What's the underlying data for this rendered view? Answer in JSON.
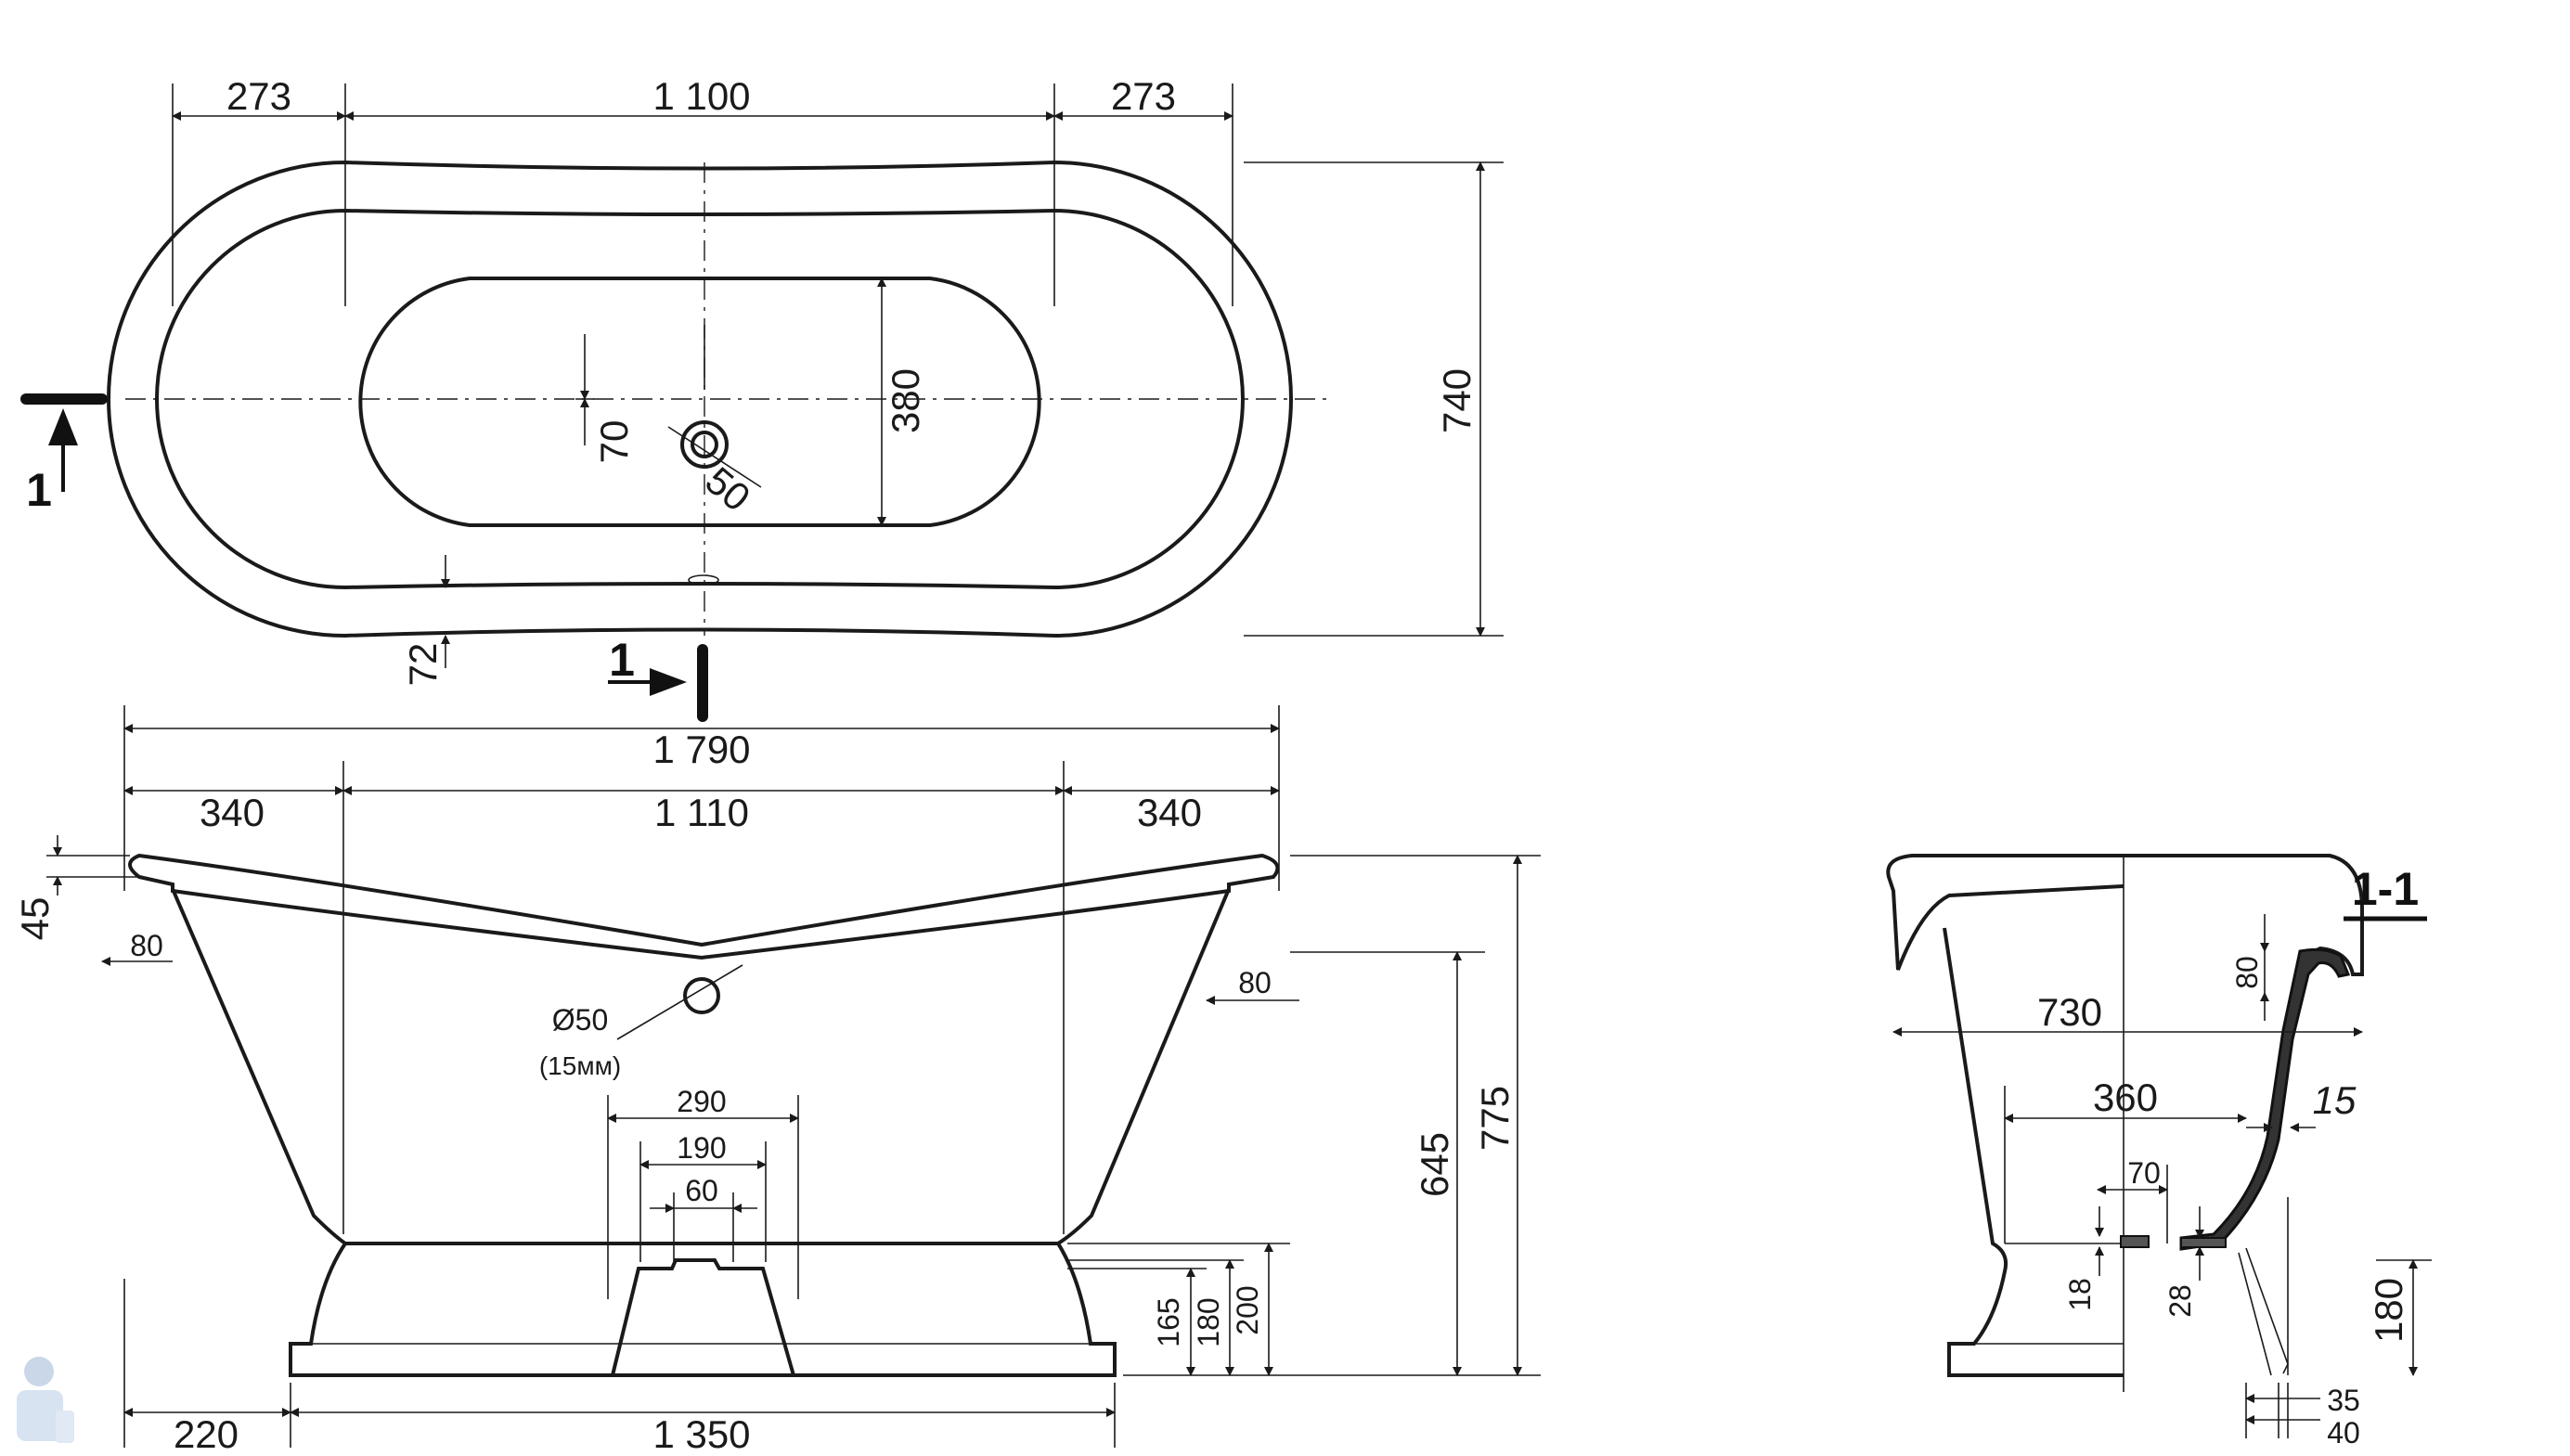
{
  "plan_view": {
    "dims": {
      "end_left": "273",
      "middle": "1 100",
      "end_right": "273",
      "width": "740",
      "inner_width": "380",
      "drain_offset": "70",
      "drain_diameter": "50",
      "rim": "72"
    },
    "section_marker": "1"
  },
  "front_view": {
    "dims": {
      "total_length": "1 790",
      "end_left": "340",
      "middle": "1 110",
      "end_right": "340",
      "rim_height": "45",
      "rim_left": "80",
      "rim_right": "80",
      "drain": "Ø50",
      "drain_note": "(15мм)",
      "foot_outer": "290",
      "foot_mid": "190",
      "foot_inner": "60",
      "h165": "165",
      "h180": "180",
      "h200": "200",
      "h645": "645",
      "h775": "775",
      "base_offset": "220",
      "base_length": "1 350"
    }
  },
  "section_view": {
    "title": "1-1",
    "dims": {
      "width": "730",
      "inner": "360",
      "d70": "70",
      "d80": "80",
      "wall": "15",
      "d18": "18",
      "d28": "28",
      "d180": "180",
      "d35": "35",
      "d40": "40"
    }
  }
}
